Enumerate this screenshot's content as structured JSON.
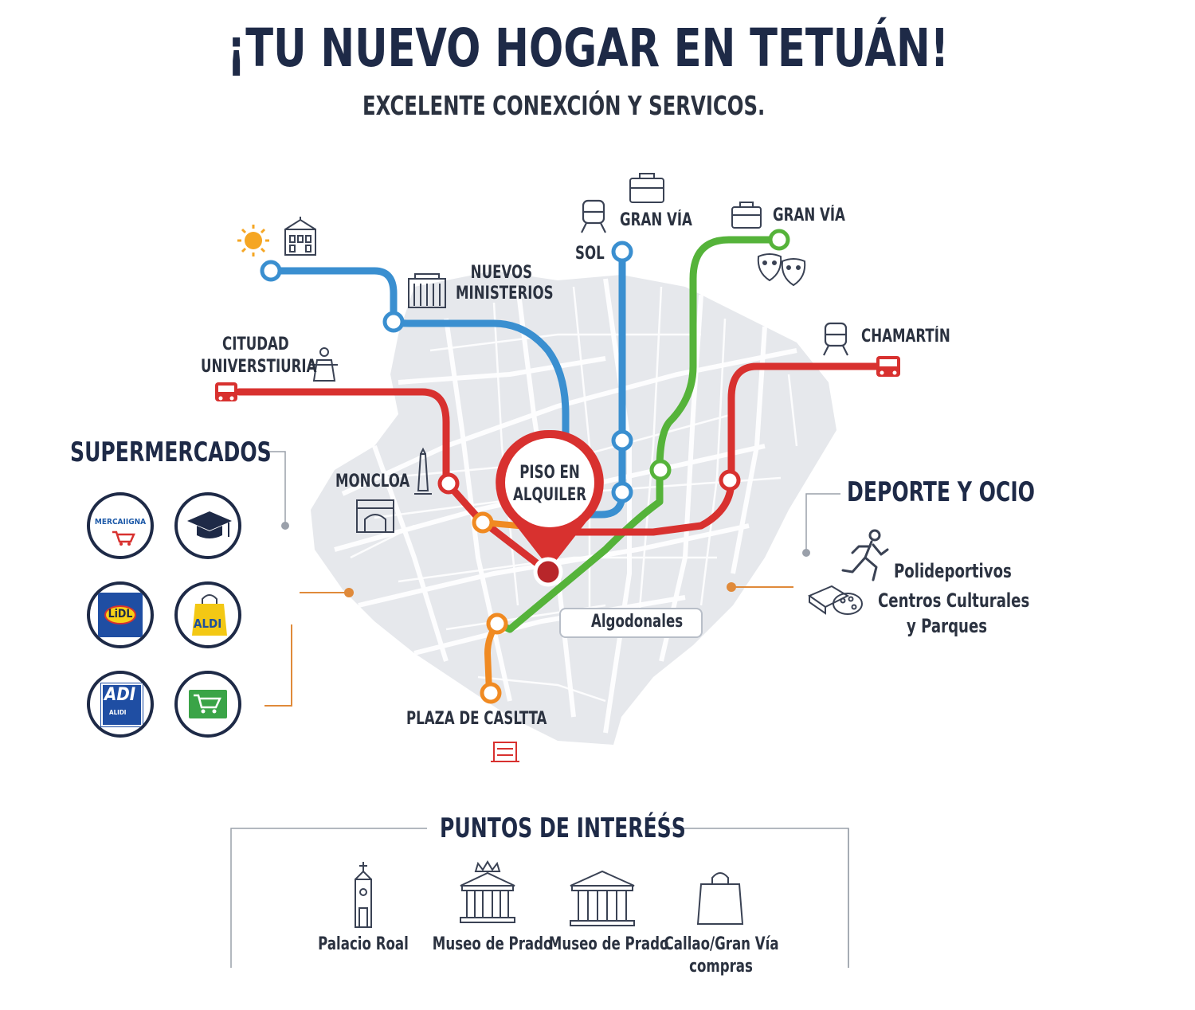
{
  "header": {
    "title": "¡TU NUEVO HOGAR EN TETUÁN!",
    "subtitle": "EXCELENTE CONEXCIÓN Y SERVICOS."
  },
  "map": {
    "pin_label": "PISO EN ALQUILER",
    "pin_label_line1": "PISO EN",
    "pin_label_line2": "ALQUILER",
    "lines": [
      {
        "name": "blue",
        "color": "#3a8fd0"
      },
      {
        "name": "red",
        "color": "#d8312f"
      },
      {
        "name": "green",
        "color": "#55b33a"
      },
      {
        "name": "orange",
        "color": "#f08a22"
      }
    ],
    "stations": {
      "gran_via_1": "GRAN VÍA",
      "sol": "SOL",
      "gran_via_2": "GRAN VÍA",
      "nuevos_ministerios_1": "NUEVOS",
      "nuevos_ministerios_2": "MINISTERIOS",
      "chamartin": "CHAMARTÍN",
      "ciudad_universitaria_1": "CITUDAD",
      "ciudad_universitaria_2": "UNIVERSTIURIA",
      "moncloa": "MONCLOA",
      "plaza_castilla": "PLAZA DE CASLTTA"
    },
    "metro_stop": "Algodonales"
  },
  "supermercados": {
    "heading": "SUPERMERCADOS",
    "logos": [
      {
        "name": "mercadona-logo",
        "text": "MERCAIIGNA"
      },
      {
        "name": "graduation-cap-icon"
      },
      {
        "name": "lidl-logo",
        "text": "LiDL"
      },
      {
        "name": "aldi-bag-logo",
        "text": "ALDI"
      },
      {
        "name": "adi-aldi-logo",
        "text_1": "ADI",
        "text_2": "ALIDI"
      },
      {
        "name": "cart-logo"
      }
    ]
  },
  "ocio": {
    "heading": "DEPORTE Y OCIO",
    "line1": "Polideportivos",
    "line2": "Centros Culturales",
    "line3": "y Parques"
  },
  "puntos": {
    "heading": "PUNTOS DE INTERÉŚS",
    "items": [
      {
        "label": "Palacio Roal",
        "icon": "church-tower-icon"
      },
      {
        "label": "Museo de Prado",
        "icon": "museum-crown-icon"
      },
      {
        "label": "Museo de Prado",
        "icon": "museum-icon"
      },
      {
        "label_1": "Callao/Gran Vía",
        "label_2": "compras",
        "icon": "shopping-bag-icon"
      }
    ]
  },
  "colors": {
    "navy": "#1e2a47",
    "map_gray": "#e4e6ea",
    "red": "#d8312f",
    "blue": "#3a8fd0",
    "green": "#55b33a",
    "orange": "#f08a22"
  }
}
